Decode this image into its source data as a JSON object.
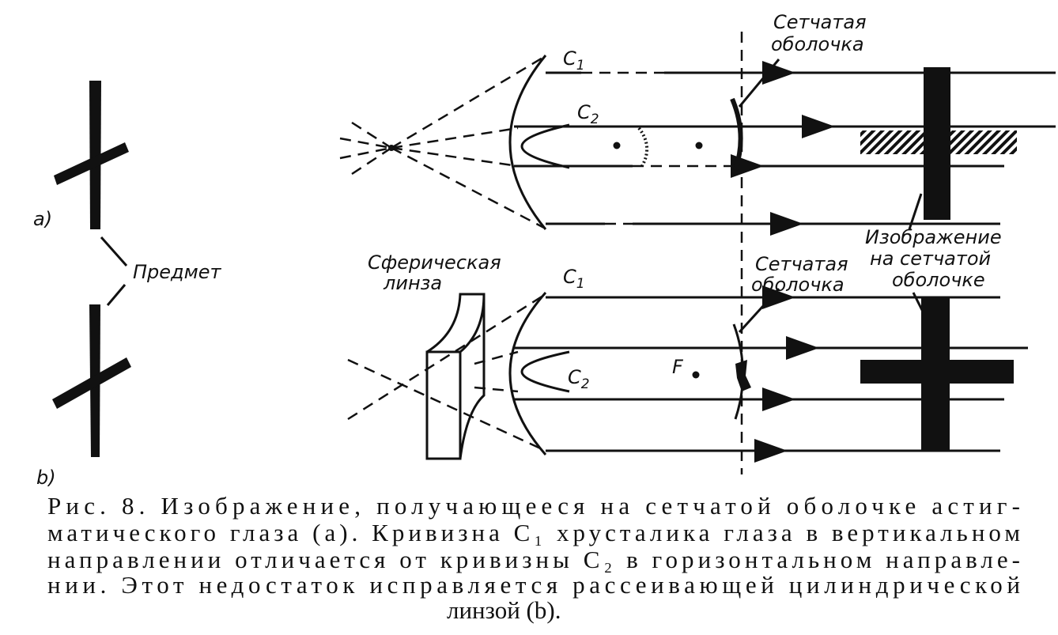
{
  "labels": {
    "a": "a)",
    "b": "b)",
    "object": "Предмет",
    "c1_top": {
      "letter": "C",
      "sub": "1"
    },
    "c2_top": {
      "letter": "C",
      "sub": "2"
    },
    "c1_bottom": {
      "letter": "C",
      "sub": "1"
    },
    "c2_bottom": {
      "letter": "C",
      "sub": "2"
    },
    "focus": "F",
    "retina_top": [
      "Сетчатая",
      "оболочка"
    ],
    "retina_bottom": [
      "Сетчатая",
      "оболочка"
    ],
    "spherical_lens": [
      "Сферическая",
      "линза"
    ],
    "image_on_retina": [
      "Изображение",
      "на сетчатой",
      "оболочке"
    ]
  },
  "caption": {
    "lines": [
      "Рис. 8.     Изображение, получающееся на сетчатой оболочке астиг-",
      "матического глаза (a). Кривизна C₁ хрусталика глаза в вертикальном",
      "направлении отличается от кривизны C₂ в горизонтальном направле-",
      "нии. Этот недостаток исправляется рассеивающей цилиндрической",
      "линзой (b)."
    ]
  }
}
